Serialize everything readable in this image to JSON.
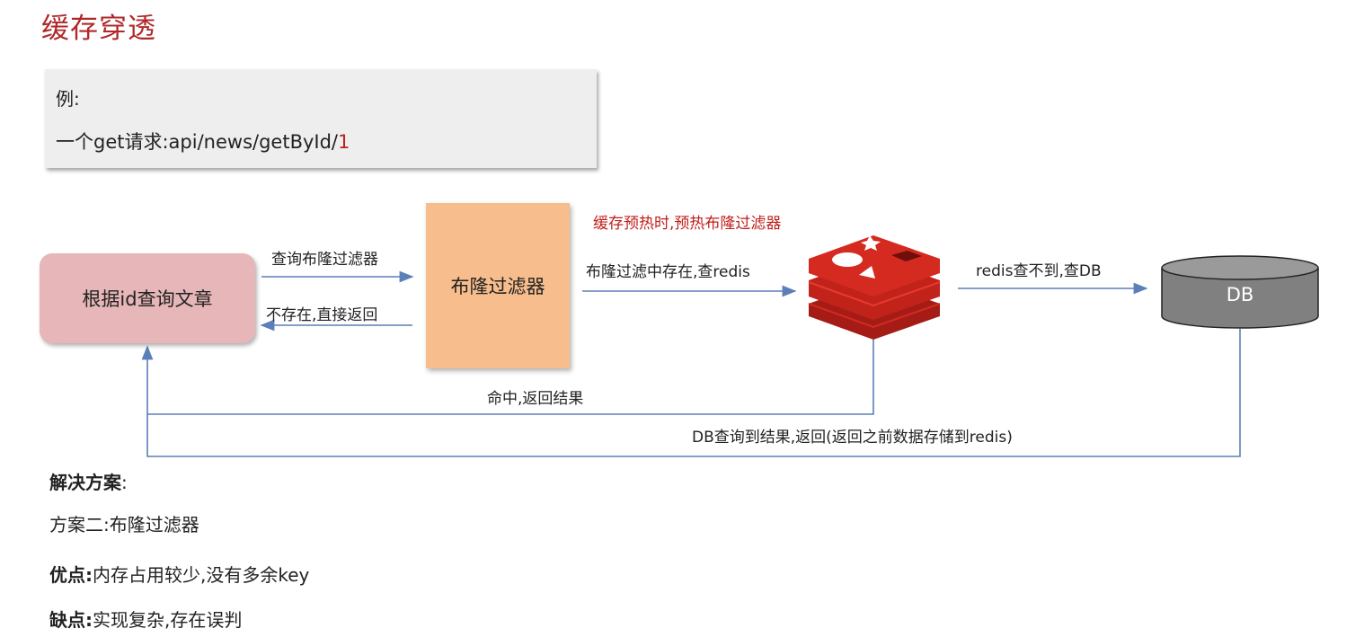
{
  "title": "缓存穿透",
  "example": {
    "label": "例:",
    "request_prefix": "一个get请求:api/news/getById/",
    "request_id": "1"
  },
  "nodes": {
    "query": "根据id查询文章",
    "bloom": "布隆过滤器",
    "db": "DB"
  },
  "icons": {
    "redis": "redis-logo-icon",
    "db": "database-cylinder-icon"
  },
  "edges": {
    "query_bloom": "查询布隆过滤器",
    "not_exist": "不存在,直接返回",
    "bloom_redis": "布隆过滤中存在,查redis",
    "redis_db": "redis查不到,查DB",
    "hit_return": "命中,返回结果",
    "db_return": "DB查询到结果,返回(返回之前数据存储到redis)"
  },
  "warm_note": "缓存预热时,预热布隆过滤器",
  "solution": {
    "heading": "解决方案",
    "heading_colon": ":",
    "plan": "方案二:布隆过滤器",
    "pros_label": "优点:",
    "pros_text": "内存占用较少,没有多余key",
    "cons_label": "缺点:",
    "cons_text": "实现复杂,存在误判"
  },
  "colors": {
    "title": "#b0282a",
    "highlight": "#c0201c",
    "arrow": "#5b7fb8",
    "query_box": "#e6b6b8",
    "bloom_box": "#f7bd8c",
    "redis": "#d42a20",
    "db": "#808080"
  }
}
